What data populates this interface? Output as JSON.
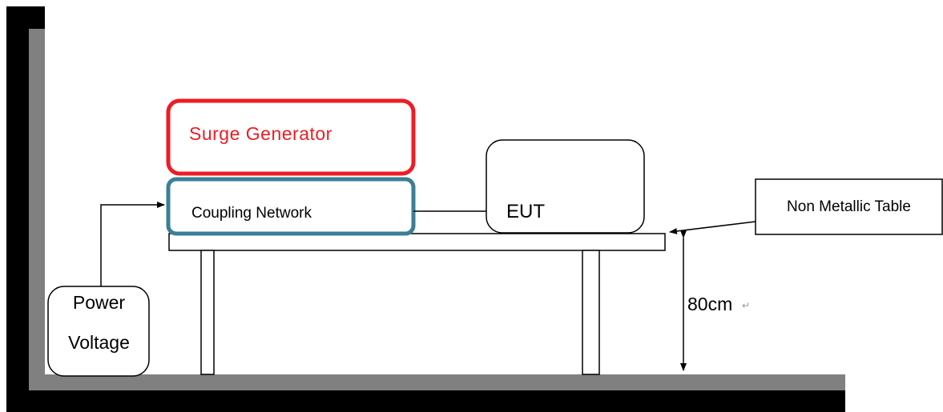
{
  "colors": {
    "wall_outer": "#000000",
    "wall_inner": "#808080",
    "surge_border": "#ee1c24",
    "surge_text": "#ee1c24",
    "coupling_border": "#3b7f95",
    "line": "#000000",
    "text": "#000000",
    "background": "#ffffff"
  },
  "components": {
    "surge_generator": {
      "label": "Surge Generator"
    },
    "coupling_network": {
      "label": "Coupling Network"
    },
    "eut": {
      "label": "EUT"
    },
    "table_callout": {
      "label": "Non Metallic Table"
    },
    "power_voltage": {
      "line1": "Power",
      "line2": "Voltage"
    },
    "height": {
      "label": "80cm",
      "mark": "↵"
    }
  }
}
